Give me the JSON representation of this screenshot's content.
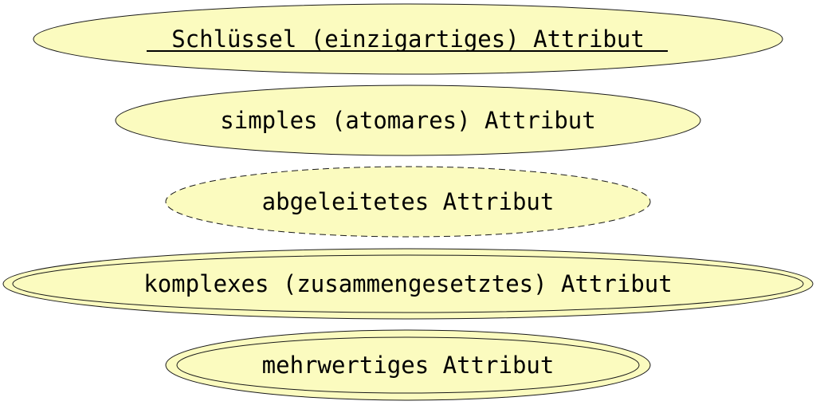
{
  "diagram": {
    "shapes": [
      {
        "id": "key",
        "label": "Schlüssel (einzigartiges) Attribut",
        "style": "underlined-label"
      },
      {
        "id": "simple",
        "label": "simples (atomares) Attribut",
        "style": "single-border"
      },
      {
        "id": "derived",
        "label": "abgeleitetes Attribut",
        "style": "dashed-border"
      },
      {
        "id": "composite",
        "label": "komplexes (zusammengesetztes) Attribut",
        "style": "double-border"
      },
      {
        "id": "multivalued",
        "label": "mehrwertiges Attribut",
        "style": "double-border"
      }
    ],
    "colors": {
      "fill": "#fbfbbf",
      "stroke": "#1a1a1a",
      "text": "#000000"
    }
  }
}
